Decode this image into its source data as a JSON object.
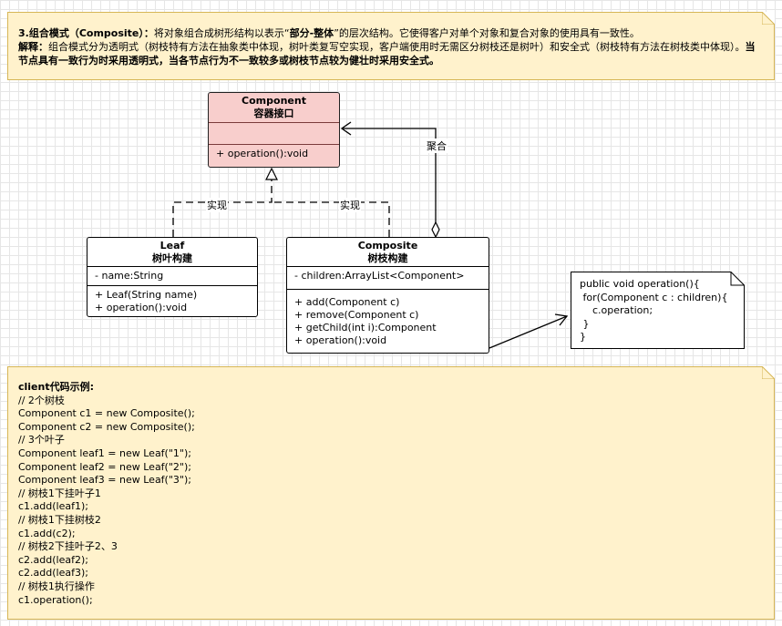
{
  "top_note": {
    "title": "3.组合模式（Composite）：",
    "desc1": "将对象组合成树形结构以表示“",
    "bold1": "部分-整体",
    "desc2": "”的层次结构。它使得客户对单个对象和复合对象的使用具有一致性。",
    "explain_label": "解释：",
    "explain_text": "组合模式分为透明式（树枝特有方法在抽象类中体现，树叶类复写空实现，客户端使用时无需区分树枝还是树叶）和安全式（树枝特有方法在树枝类中体现）。",
    "explain_bold": "当节点具有一致行为时采用透明式，当各节点行为不一致较多或树枝节点较为健壮时采用安全式。"
  },
  "component": {
    "name": "Component",
    "subtitle": "容器接口",
    "method": "+ operation():void"
  },
  "leaf": {
    "name": "Leaf",
    "subtitle": "树叶构建",
    "attr": "- name:String",
    "methods": [
      "+ Leaf(String name)",
      "+ operation():void"
    ]
  },
  "composite": {
    "name": "Composite",
    "subtitle": "树枝构建",
    "attr": "- children:ArrayList<Component>",
    "methods": [
      "+ add(Component c)",
      "+ remove(Component c)",
      "+ getChild(int i):Component",
      "+ operation():void"
    ]
  },
  "edges": {
    "leaf_realize": "实现",
    "composite_realize": "实现",
    "aggregation": "聚合"
  },
  "code_note": {
    "lines": [
      "public void operation(){",
      " for(Component c : children){",
      "    c.operation;",
      " }",
      "}"
    ]
  },
  "client_note": {
    "title": "client代码示例:",
    "lines": [
      "// 2个树枝",
      "Component c1 = new Composite();",
      "Component c2 = new Composite();",
      "// 3个叶子",
      "Component leaf1 = new Leaf(\"1\");",
      "Component leaf2 = new Leaf(\"2\");",
      "Component leaf3 = new Leaf(\"3\");",
      "// 树枝1下挂叶子1",
      "c1.add(leaf1);",
      "// 树枝1下挂树枝2",
      "c1.add(c2);",
      "// 树枝2下挂叶子2、3",
      "c2.add(leaf2);",
      "c2.add(leaf3);",
      "// 树枝1执行操作",
      "c1.operation();"
    ]
  }
}
